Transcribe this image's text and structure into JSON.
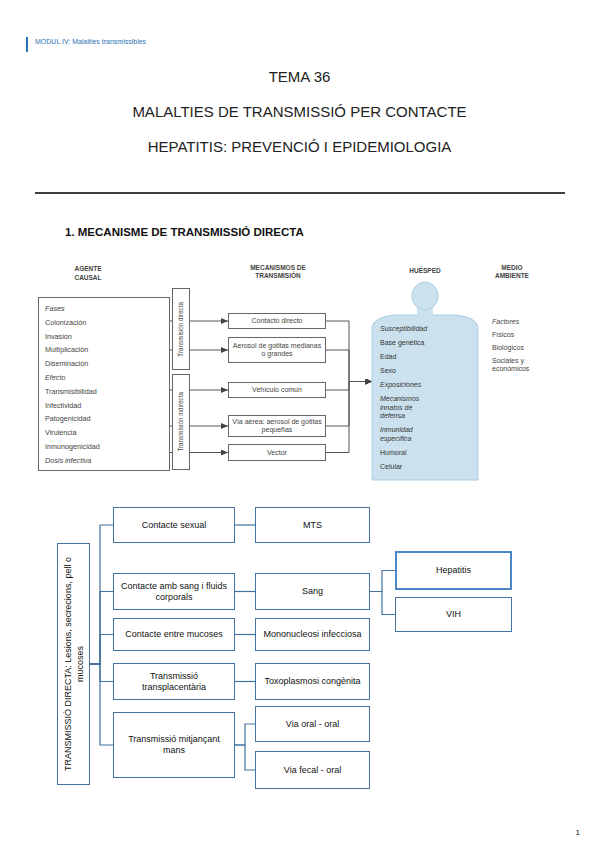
{
  "diagram": {
    "title": "TEMA 36",
    "nodes": [
      {
        "text": [
          "AGENTE CAUSAL",
          "Fases",
          "Colonización",
          "Invasión",
          "Multiplicación",
          "Diseminación",
          "Efecto",
          "Transmisibilidad",
          "Infectividad",
          "Patogenicidad",
          "Virulencia",
          "Inmunogenicidad",
          "Dosis infectiva"
        ]
      },
      {
        "text": [
          "Transmisión directa"
        ]
      },
      {
        "text": [
          "Transmisión indirecta"
        ]
      },
      {
        "text": [
          "Contacto directo"
        ]
      },
      {
        "text": [
          "Aerosol de gotitas medianas o grandes"
        ]
      },
      {
        "text": [
          "Vehículo común"
        ]
      },
      {
        "text": [
          "Vía aérea: aerosol de gotitas pequeñas"
        ]
      },
      {
        "text": [
          "Vector"
        ]
      },
      {
        "text": [
          "HUÉSPED",
          "Susceptibilidad",
          "Base genética",
          "Edad",
          "Sexo",
          "Exposiciones",
          "Mecanismos innatos de defensa",
          "Inmunidad específica",
          "Humoral",
          "Celular"
        ]
      },
      {
        "text": [
          "TRANSMISSIÓ DIRECTA: Lesions, secrecions, pell o mucoses"
        ]
      },
      {
        "text": [
          "Contacte sexual"
        ]
      },
      {
        "text": [
          "MTS"
        ]
      },
      {
        "text": [
          "Contacte amb sang i fluids corporals"
        ]
      },
      {
        "text": [
          "Sang"
        ]
      },
      {
        "text": [
          "Hepatitis"
        ]
      },
      {
        "text": [
          "VIH"
        ]
      },
      {
        "text": [
          "Contacte entre mucoses"
        ]
      },
      {
        "text": [
          "Mononucleosi infecciosa"
        ]
      },
      {
        "text": [
          "Transmissió transplacentària"
        ]
      },
      {
        "text": [
          "Toxoplasmosi congènita"
        ]
      },
      {
        "text": [
          "Transmissió mitjançant mans"
        ]
      },
      {
        "text": [
          "Via oral - oral"
        ]
      },
      {
        "text": [
          "Via fecal - oral"
        ]
      }
    ],
    "edges": [
      {
        "from": 0,
        "to": 3,
        "arrow": "to"
      },
      {
        "from": 0,
        "to": 4,
        "arrow": "to"
      },
      {
        "from": 0,
        "to": 5,
        "arrow": "to"
      },
      {
        "from": 0,
        "to": 6,
        "arrow": "to"
      },
      {
        "from": 0,
        "to": 7,
        "arrow": "to"
      },
      {
        "from": 3,
        "to": 8,
        "arrow": "to"
      },
      {
        "from": 4,
        "to": 8,
        "arrow": "to"
      },
      {
        "from": 5,
        "to": 8,
        "arrow": "to"
      },
      {
        "from": 6,
        "to": 8,
        "arrow": "to"
      },
      {
        "from": 7,
        "to": 8,
        "arrow": "to"
      },
      {
        "from": 9,
        "to": 10,
        "arrow": "none"
      },
      {
        "from": 9,
        "to": 12,
        "arrow": "none"
      },
      {
        "from": 9,
        "to": 16,
        "arrow": "none"
      },
      {
        "from": 9,
        "to": 18,
        "arrow": "none"
      },
      {
        "from": 9,
        "to": 20,
        "arrow": "none"
      },
      {
        "from": 10,
        "to": 11,
        "arrow": "none"
      },
      {
        "from": 12,
        "to": 13,
        "arrow": "none"
      },
      {
        "from": 13,
        "to": 14,
        "arrow": "none"
      },
      {
        "from": 13,
        "to": 15,
        "arrow": "none"
      },
      {
        "from": 16,
        "to": 17,
        "arrow": "none"
      },
      {
        "from": 18,
        "to": 19,
        "arrow": "none"
      },
      {
        "from": 20,
        "to": 21,
        "arrow": "none"
      },
      {
        "from": 20,
        "to": 22,
        "arrow": "none"
      }
    ],
    "labels": [
      "MODUL IV: Malalties transmissibles",
      "MALALTIES DE TRANSMISSIÓ PER CONTACTE",
      "HEPATITIS: PREVENCIÓ I EPIDEMIOLOGIA",
      "1. MECANISME DE TRANSMISSIÓ DIRECTA",
      "MECANISMOS DE TRANSMISIÓN",
      "MEDIO AMBIENTE",
      "Factores",
      "Físicos",
      "Biológicos",
      "Sociales y económicos",
      "1"
    ]
  }
}
